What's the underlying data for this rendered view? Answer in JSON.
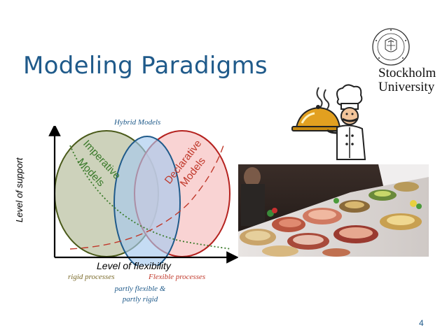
{
  "slide": {
    "title": "Modeling Paradigms",
    "page_number": "4"
  },
  "logo": {
    "line1": "Stockholm",
    "line2": "University"
  },
  "diagram": {
    "hybrid_label": "Hybrid Models",
    "imperative_line1": "Imperative",
    "imperative_line2": "Models",
    "declarative_line1": "Declarative",
    "declarative_line2": "Models",
    "x_axis_label": "Level of flexibility",
    "y_axis_label": "Level of support",
    "rigid_label": "rigid processes",
    "flexible_label": "Flexible processes",
    "partly_line1": "partly flexible &",
    "partly_line2": "partly rigid"
  },
  "colors": {
    "title": "#1f5a8a",
    "imperative_fill": "#c8cdb4",
    "imperative_stroke": "#4a5a1a",
    "declarative_fill": "#f7c8c8",
    "declarative_stroke": "#b5221f",
    "hybrid_fill": "#a6c9ee",
    "hybrid_stroke": "#1f5a8a"
  },
  "images": {
    "chef": "chef-clipart",
    "buffet": "buffet-photo"
  }
}
